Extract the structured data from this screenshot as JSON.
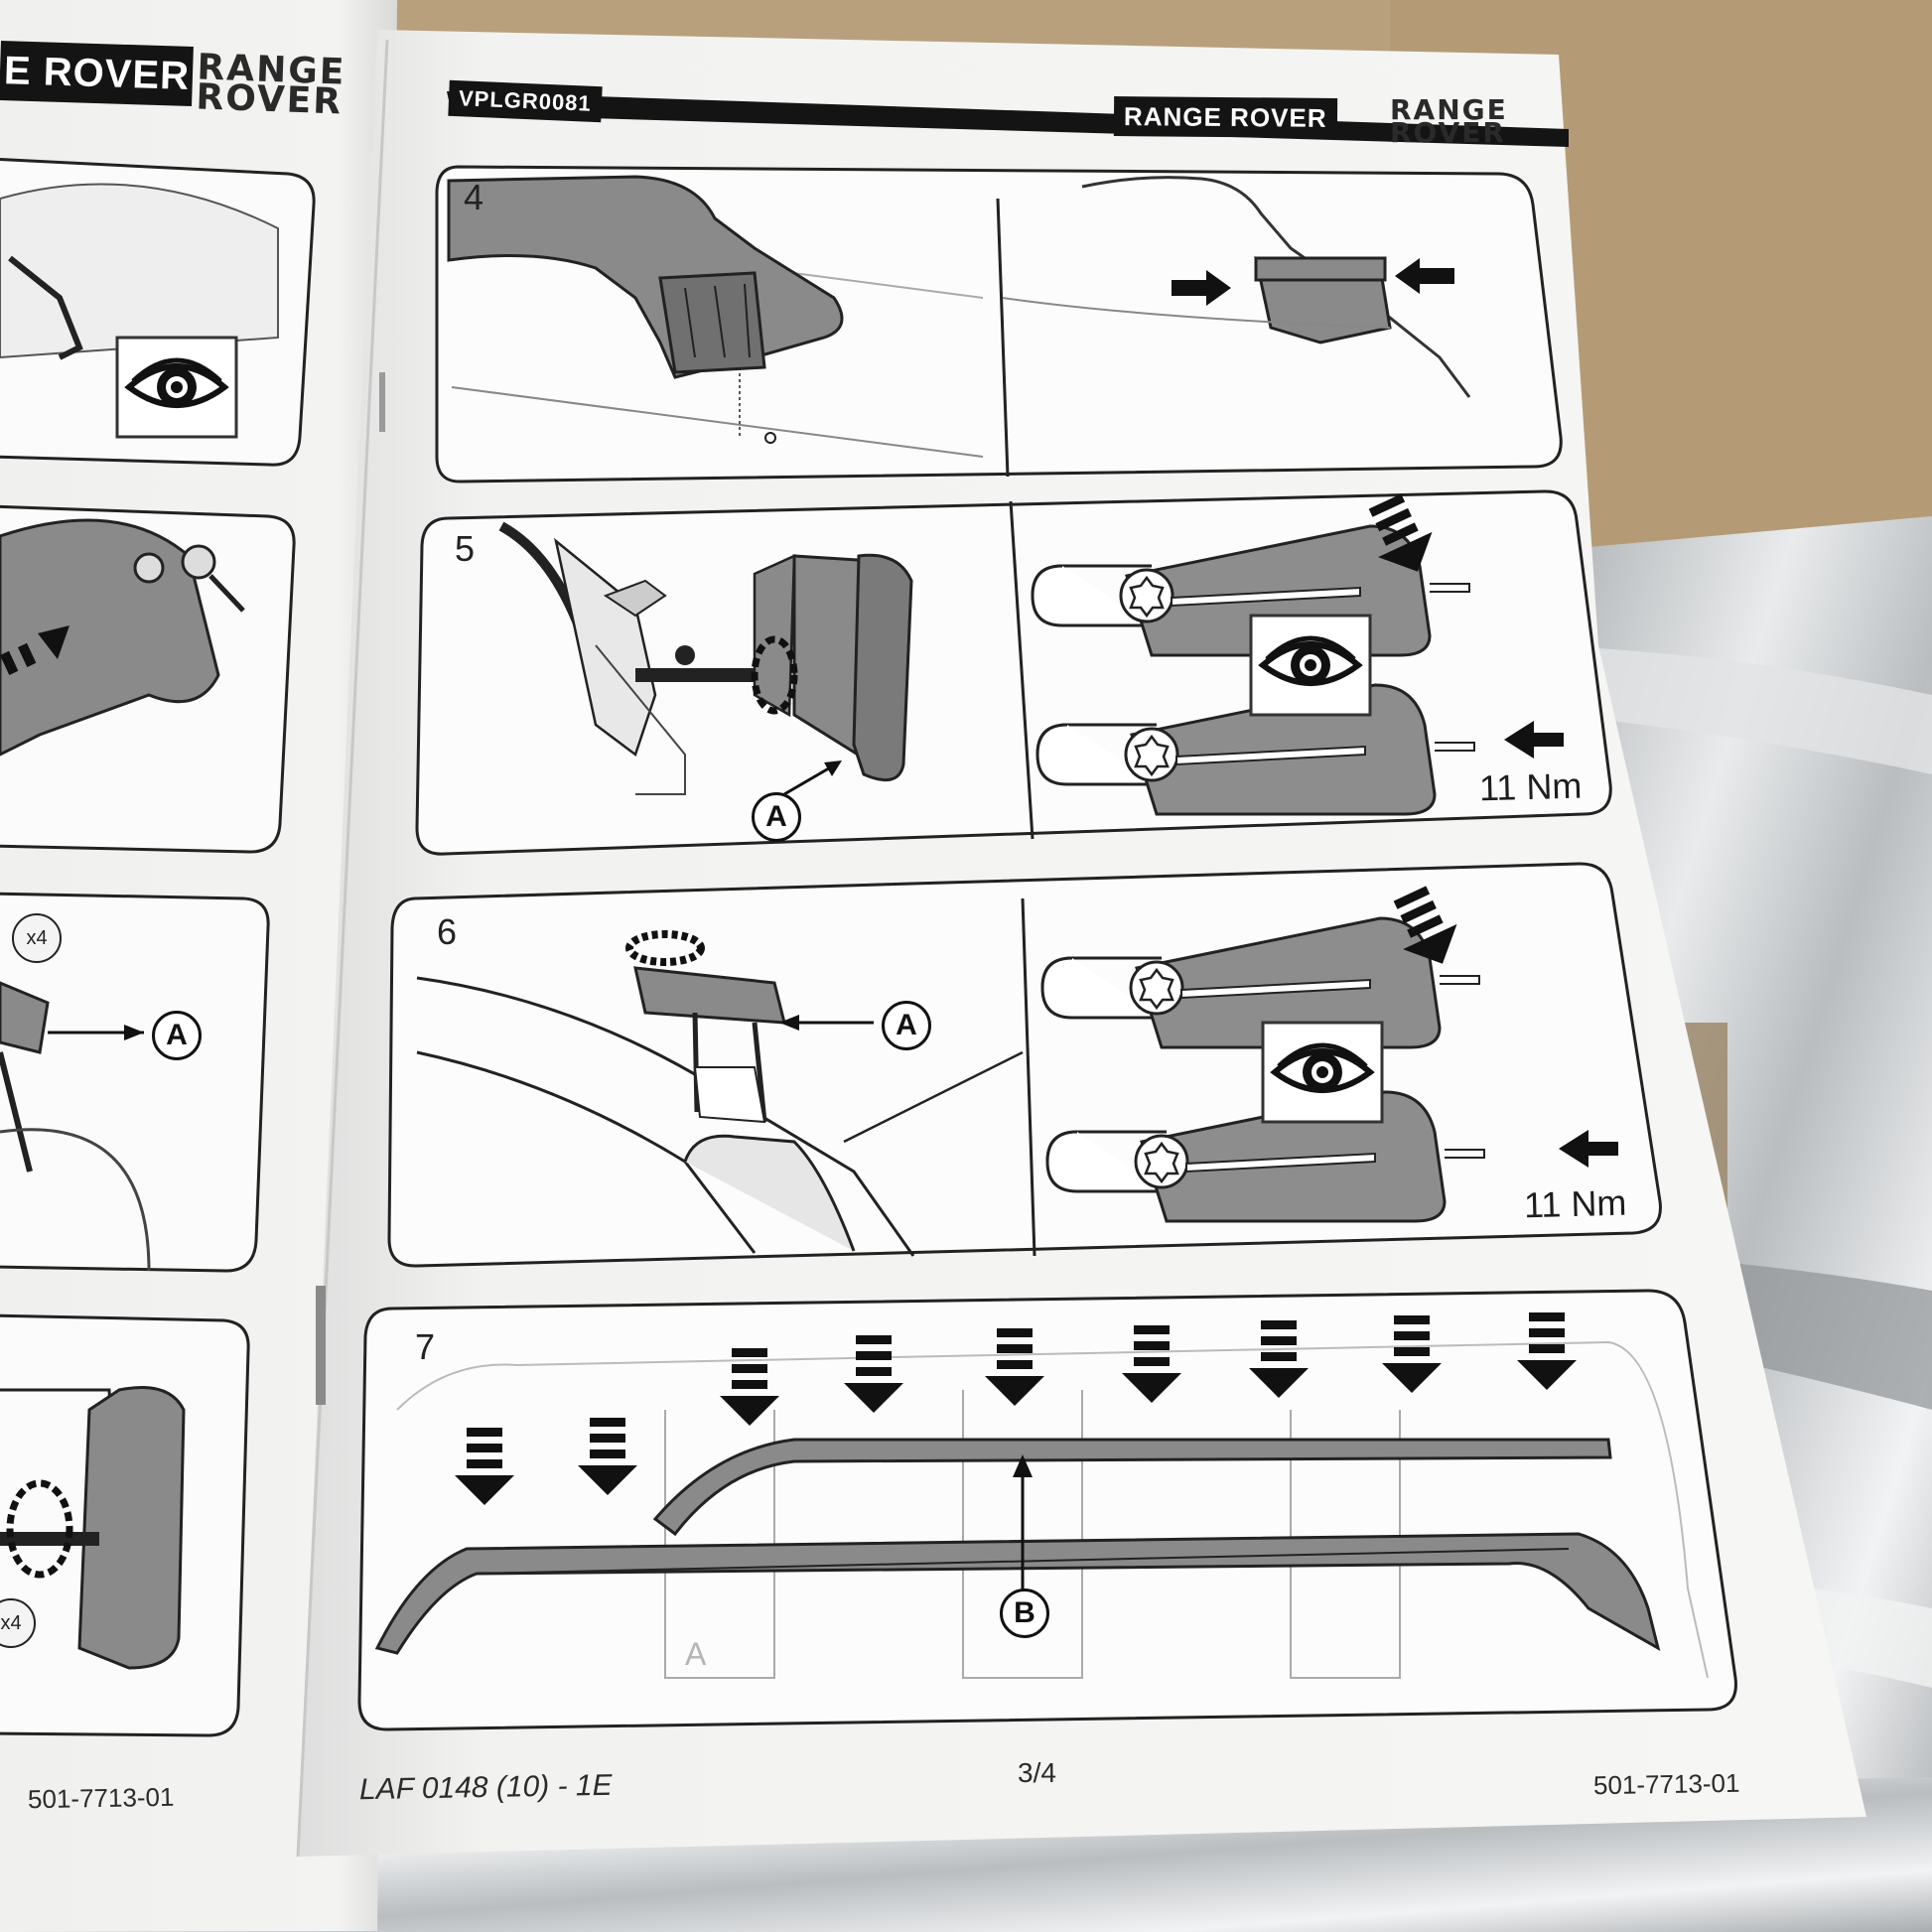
{
  "colors": {
    "cardboard": "#b8a07c",
    "paper": "#f4f4f2",
    "ink": "#141414",
    "metal": "#cfd2d4",
    "part_gray": "#8a8a8a"
  },
  "left_page": {
    "brand_bar_text": "E ROVER",
    "brand_logo": [
      "RANGE",
      "ROVER"
    ],
    "qty_labels": [
      "x4",
      "x4"
    ],
    "callout_a": "A",
    "part_number": "501-7713-01"
  },
  "right_page": {
    "doc_code": "VPLGR0081",
    "brand_bar_text": "RANGE ROVER",
    "brand_logo": [
      "RANGE",
      "ROVER"
    ],
    "steps": [
      {
        "number": "4"
      },
      {
        "number": "5",
        "callout": "A",
        "torque": "11 Nm"
      },
      {
        "number": "6",
        "callout": "A",
        "torque": "11 Nm"
      },
      {
        "number": "7",
        "callout": "B",
        "floor_label": "A"
      }
    ],
    "footer": {
      "doc_ref": "LAF 0148 (10) - 1E",
      "page": "3/4",
      "part_number": "501-7713-01"
    }
  },
  "icons": [
    "eye-icon",
    "torx-bolt-icon",
    "key-icon",
    "arrow-icon",
    "dashed-down-arrow-icon",
    "rotation-icon"
  ]
}
